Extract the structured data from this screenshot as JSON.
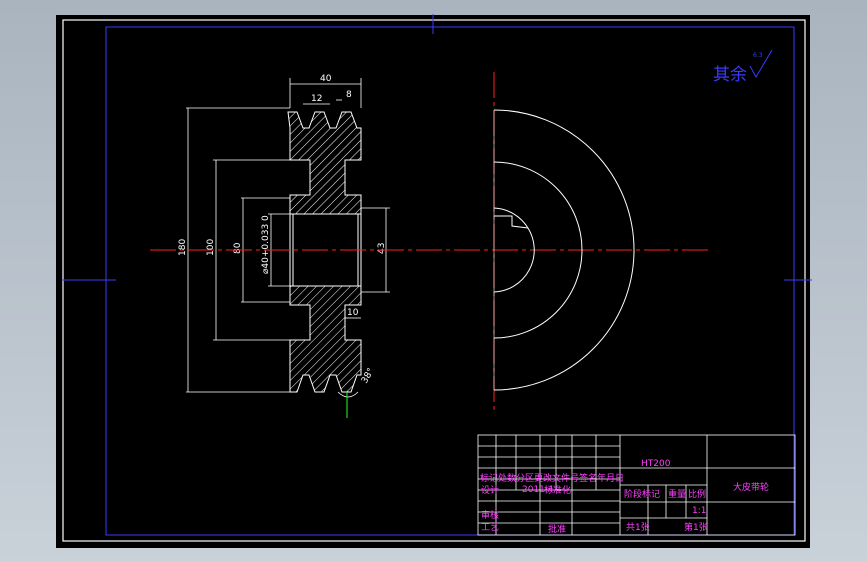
{
  "colors": {
    "background": "#000000",
    "frame": "#3a3aff",
    "outline": "#ffffff",
    "center_line": "#ff2020",
    "titleblock_text": "#ff40ff",
    "roughness_text": "#3a3aff",
    "hatch": "#ffffff"
  },
  "roughness": {
    "text": "其余",
    "value": "6.3"
  },
  "dimensions": {
    "width_overall": "40",
    "groove_pitch": "12",
    "groove_gap": "8",
    "outer_diameter": "180",
    "hub_diameter": "100",
    "bore_region": "80",
    "bore_fit": "⌀40+0.033 0",
    "bore_depth": "43",
    "keyway": "10",
    "groove_angle": "38°"
  },
  "title_block": {
    "material": "HT200",
    "part_name": "大皮带轮",
    "revision_header": "标记处数分区更改文件号签名年月日",
    "designer": "设计",
    "date": "2011.4",
    "standardize": "标准化",
    "stage_mark": "阶段标记",
    "weight": "重量",
    "scale_label": "比例",
    "scale_value": "1:1",
    "reviewer": "审核",
    "process": "工艺",
    "approve": "批准",
    "sheet_total": "共1张",
    "sheet_no": "第1张"
  }
}
